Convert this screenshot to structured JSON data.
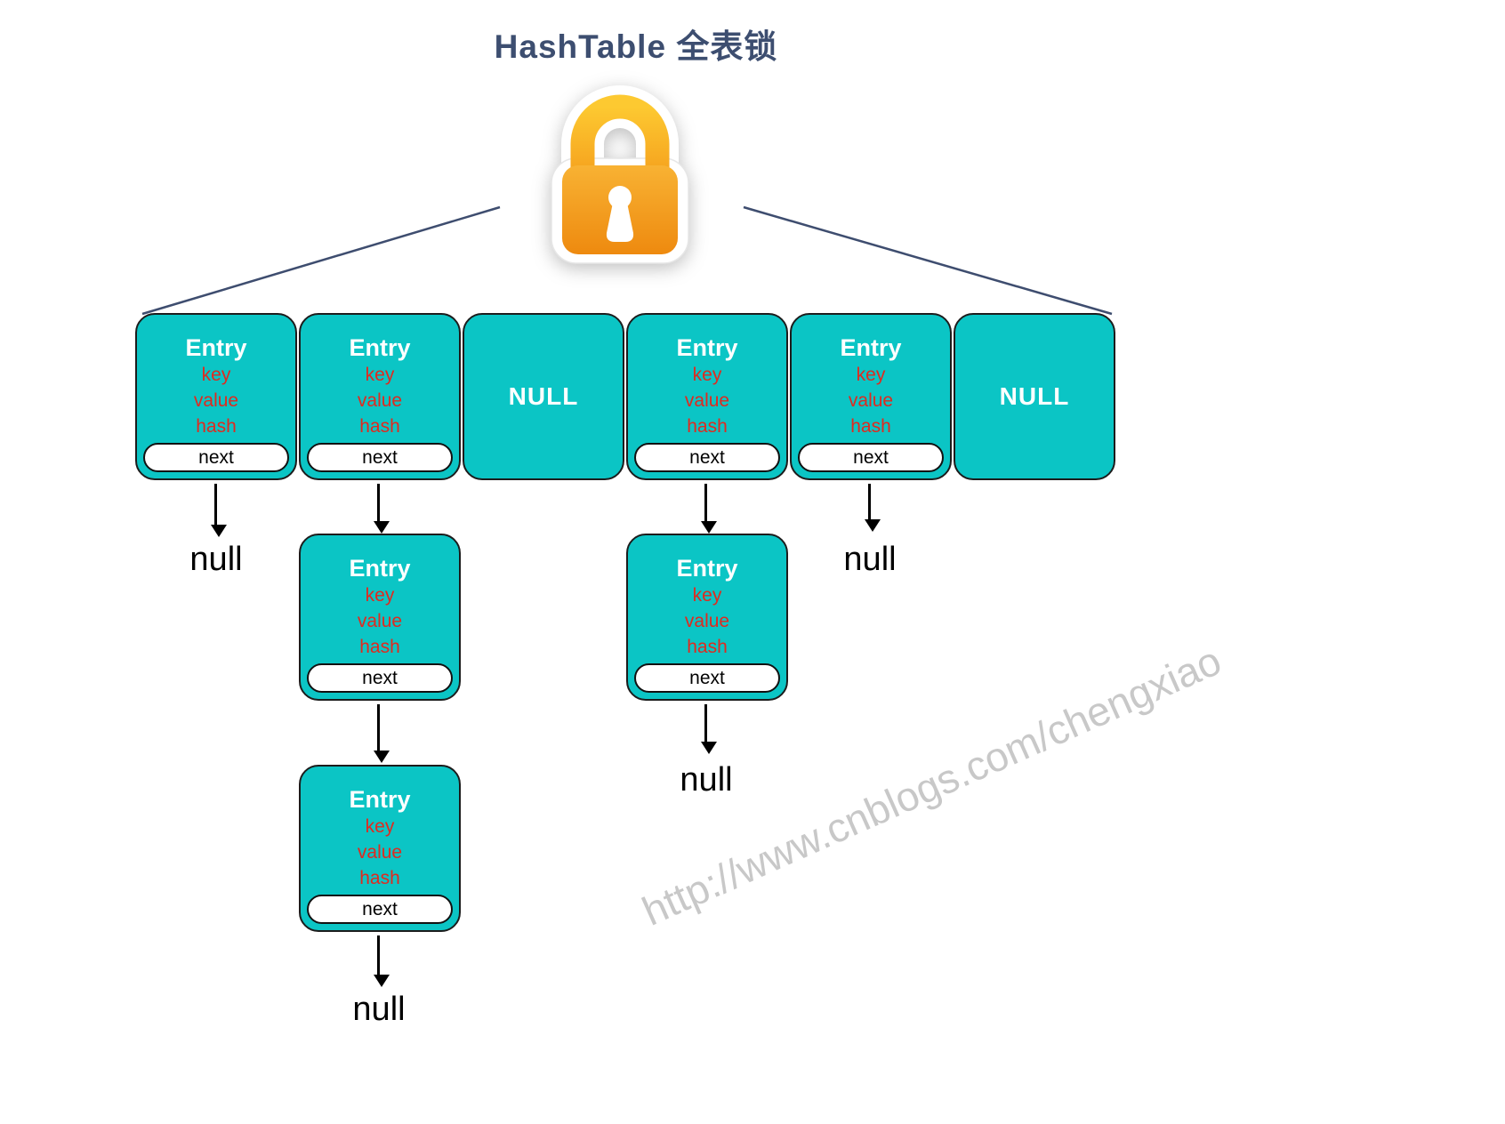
{
  "title": "HashTable 全表锁",
  "colors": {
    "teal": "#0bc5c5",
    "red": "#e02a1f",
    "navy": "#3d4e70",
    "lock_orange": "#f0941a",
    "lock_yellow": "#fdbe2e"
  },
  "icons": {
    "lock": "padlock-icon"
  },
  "buckets": [
    {
      "type": "entry",
      "title": "Entry",
      "fields": {
        "key": "key",
        "value": "value",
        "hash": "hash"
      },
      "next": "next"
    },
    {
      "type": "entry",
      "title": "Entry",
      "fields": {
        "key": "key",
        "value": "value",
        "hash": "hash"
      },
      "next": "next"
    },
    {
      "type": "null",
      "label": "NULL"
    },
    {
      "type": "entry",
      "title": "Entry",
      "fields": {
        "key": "key",
        "value": "value",
        "hash": "hash"
      },
      "next": "next"
    },
    {
      "type": "entry",
      "title": "Entry",
      "fields": {
        "key": "key",
        "value": "value",
        "hash": "hash"
      },
      "next": "next"
    },
    {
      "type": "null",
      "label": "NULL"
    }
  ],
  "chains": {
    "bucket0": {
      "terminal": "null"
    },
    "bucket1": {
      "nodes": [
        {
          "title": "Entry",
          "fields": {
            "key": "key",
            "value": "value",
            "hash": "hash"
          },
          "next": "next"
        },
        {
          "title": "Entry",
          "fields": {
            "key": "key",
            "value": "value",
            "hash": "hash"
          },
          "next": "next"
        }
      ],
      "terminal": "null"
    },
    "bucket3": {
      "nodes": [
        {
          "title": "Entry",
          "fields": {
            "key": "key",
            "value": "value",
            "hash": "hash"
          },
          "next": "next"
        }
      ],
      "terminal": "null"
    },
    "bucket4": {
      "terminal": "null"
    }
  },
  "watermark": "http://www.cnblogs.com/chengxiao"
}
